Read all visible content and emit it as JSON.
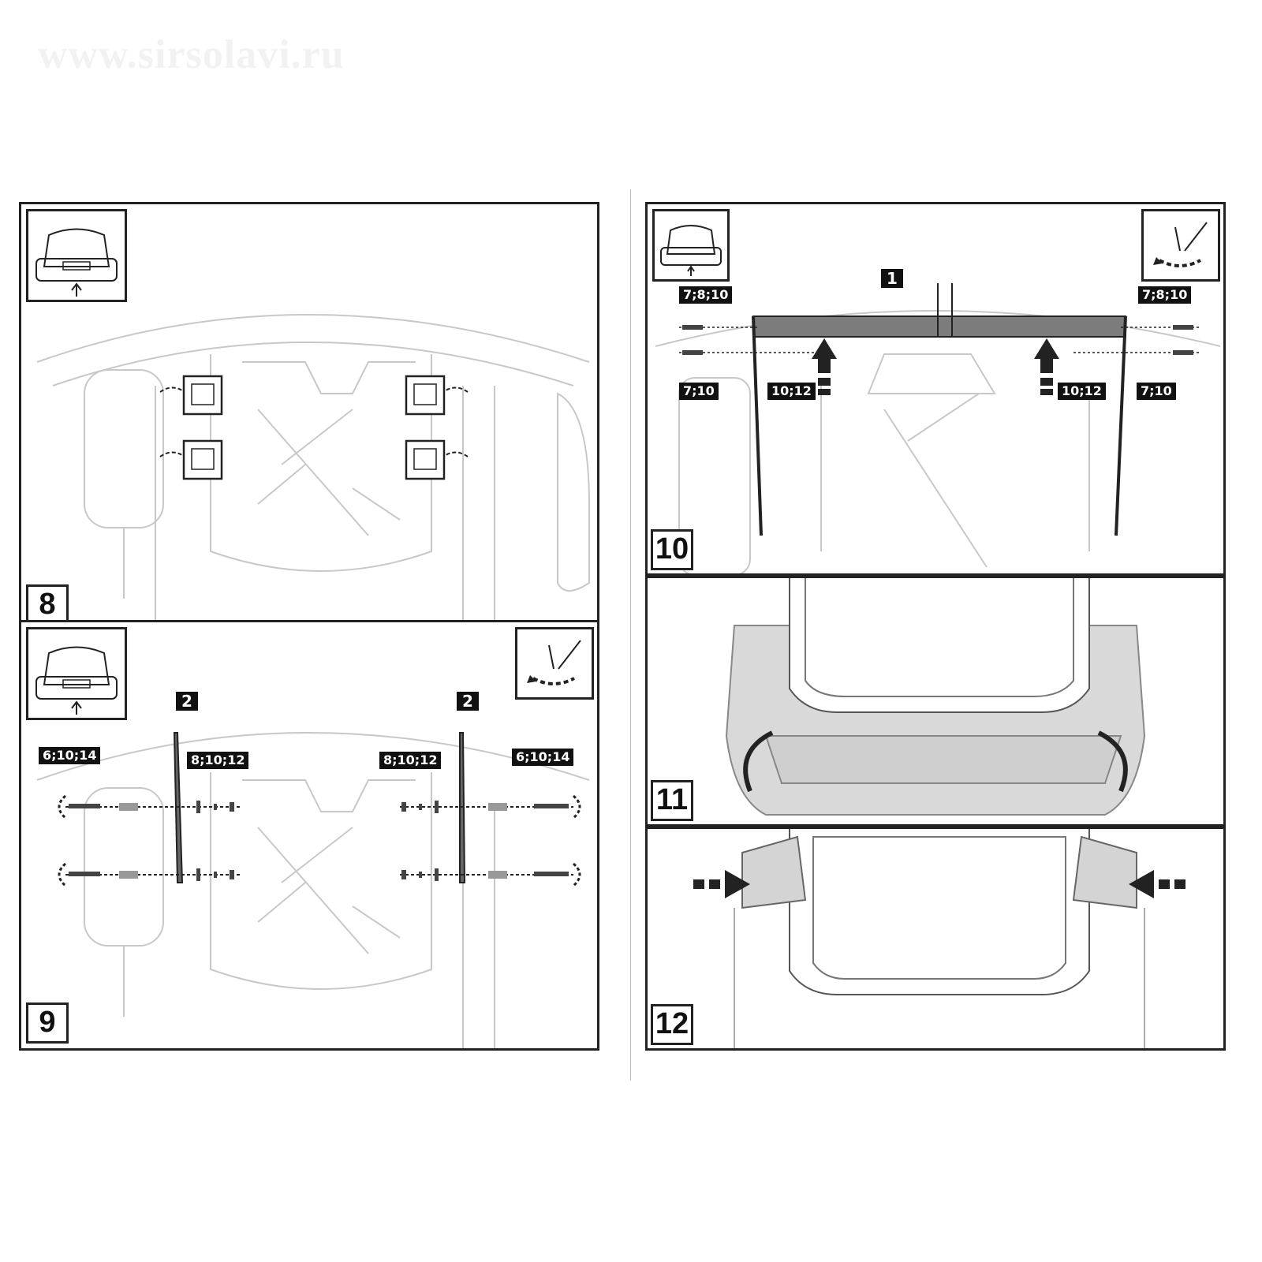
{
  "watermark": "www.sirsolavi.ru",
  "steps": {
    "s8": "8",
    "s9": "9",
    "s10": "10",
    "s11": "11",
    "s12": "12"
  },
  "labels9": {
    "part_left": "2",
    "part_right": "2",
    "outer_left": "6;10;14",
    "inner_left": "8;10;12",
    "inner_right": "8;10;12",
    "outer_right": "6;10;14"
  },
  "labels10": {
    "beam": "1",
    "top_left": "7;8;10",
    "top_right": "7;8;10",
    "bottom_left": "7;10",
    "mid_left": "10;12",
    "mid_right": "10;12",
    "bottom_right": "7;10"
  },
  "icons": [
    "car-rear-view-icon",
    "torque-wrench-icon",
    "arrow-icon",
    "clip-icon"
  ],
  "colors": {
    "line": "#222222",
    "faint": "#c8c8c8",
    "beam": "#7c7c7c",
    "bumper": "#d9d9d9"
  }
}
